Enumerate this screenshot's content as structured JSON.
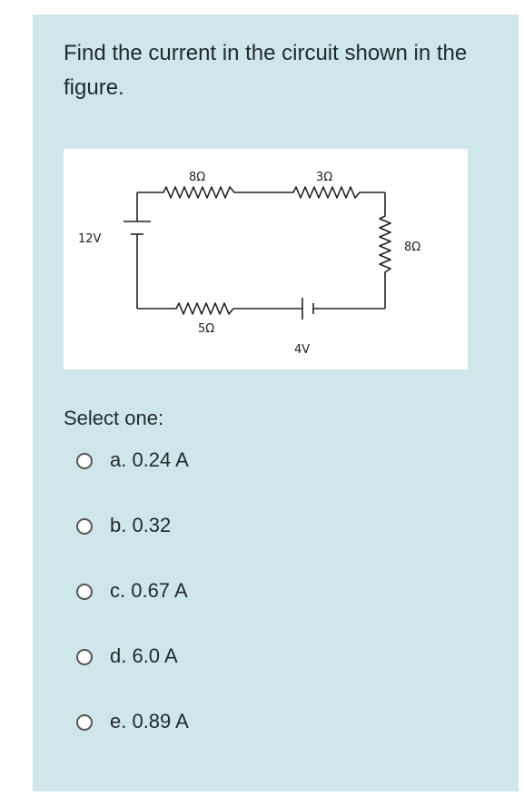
{
  "question": {
    "text": "Find the current in the circuit shown in the figure."
  },
  "figure": {
    "labels": {
      "r_top_left": "8Ω",
      "r_top_right": "3Ω",
      "r_right": "8Ω",
      "r_bottom": "5Ω",
      "battery_left": "12V",
      "battery_bottom": "4V"
    }
  },
  "prompt": "Select one:",
  "options": [
    {
      "label": "a. 0.24 A"
    },
    {
      "label": "b. 0.32"
    },
    {
      "label": "c. 0.67 A"
    },
    {
      "label": "d. 6.0 A"
    },
    {
      "label": "e. 0.89 A"
    }
  ]
}
